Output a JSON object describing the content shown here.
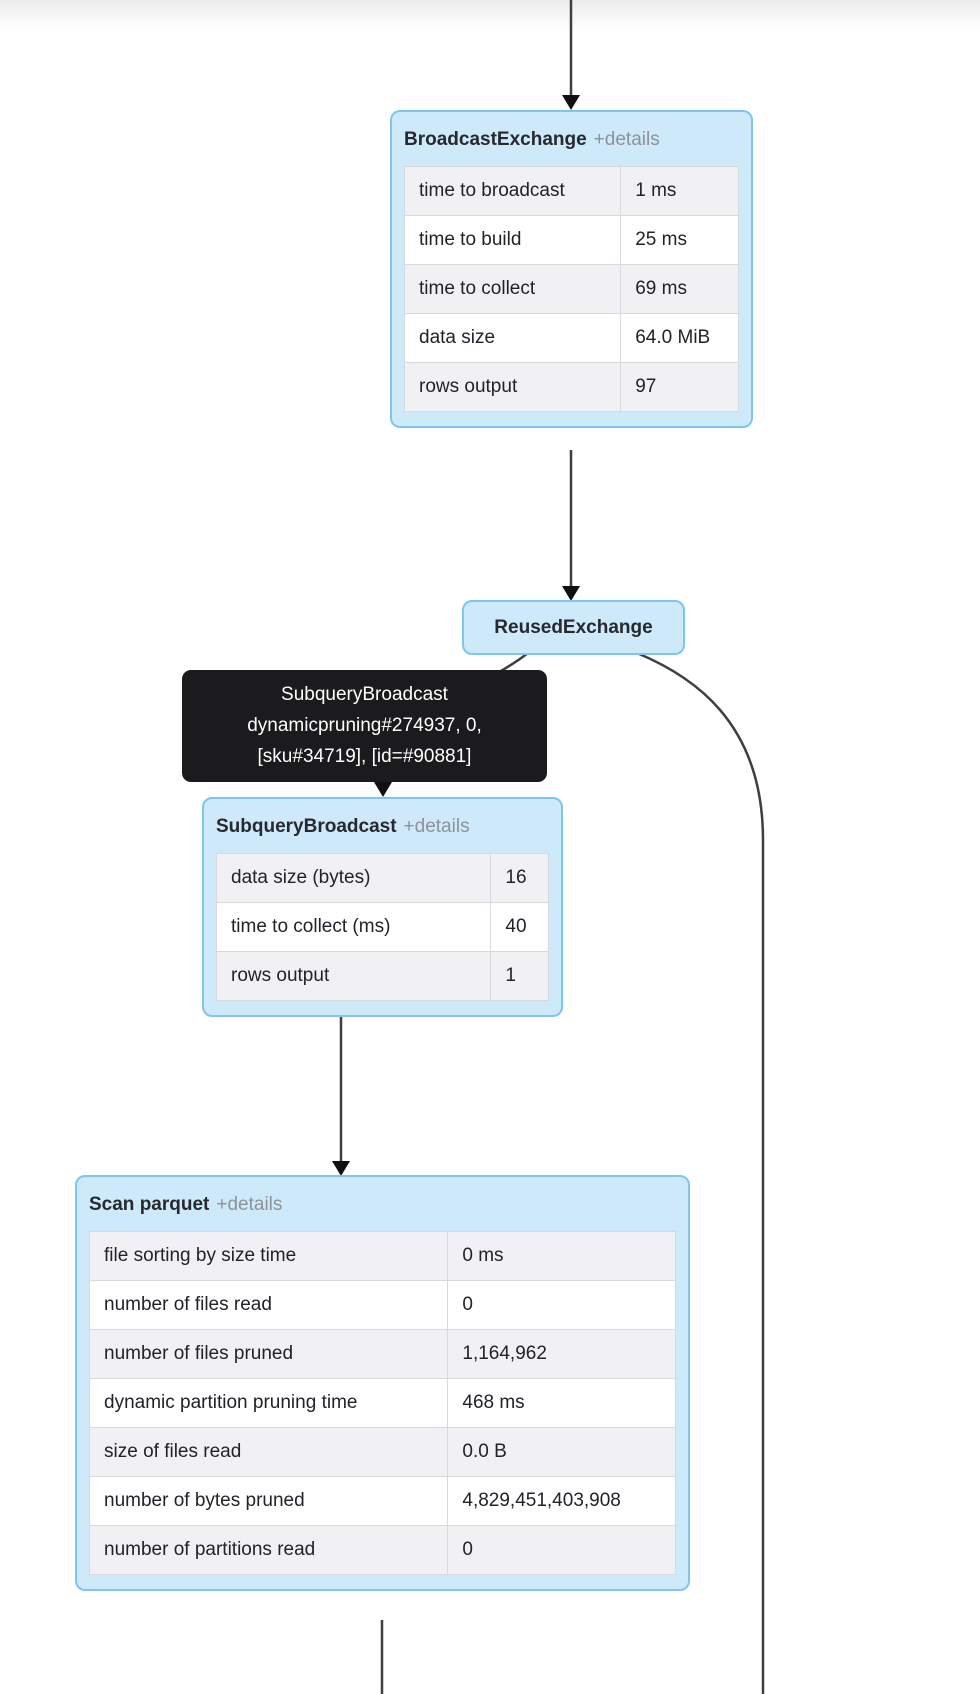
{
  "nodes": {
    "broadcast_exchange": {
      "title": "BroadcastExchange",
      "details_label": "+details",
      "metrics": [
        {
          "label": "time to broadcast",
          "value": "1 ms"
        },
        {
          "label": "time to build",
          "value": "25 ms"
        },
        {
          "label": "time to collect",
          "value": "69 ms"
        },
        {
          "label": "data size",
          "value": "64.0 MiB"
        },
        {
          "label": "rows output",
          "value": "97"
        }
      ]
    },
    "reused_exchange": {
      "title": "ReusedExchange"
    },
    "subquery_broadcast": {
      "title": "SubqueryBroadcast",
      "details_label": "+details",
      "metrics": [
        {
          "label": "data size (bytes)",
          "value": "16"
        },
        {
          "label": "time to collect (ms)",
          "value": "40"
        },
        {
          "label": "rows output",
          "value": "1"
        }
      ]
    },
    "scan_parquet": {
      "title": "Scan parquet",
      "details_label": "+details",
      "metrics": [
        {
          "label": "file sorting by size time",
          "value": "0 ms"
        },
        {
          "label": "number of files read",
          "value": "0"
        },
        {
          "label": "number of files pruned",
          "value": "1,164,962"
        },
        {
          "label": "dynamic partition pruning time",
          "value": "468 ms"
        },
        {
          "label": "size of files read",
          "value": "0.0 B"
        },
        {
          "label": "number of bytes pruned",
          "value": "4,829,451,403,908"
        },
        {
          "label": "number of partitions read",
          "value": "0"
        }
      ]
    }
  },
  "edge_tooltip": {
    "lines": [
      "SubqueryBroadcast",
      "dynamicpruning#274937, 0,",
      "[sku#34719], [id=#90881]"
    ]
  },
  "colors": {
    "node_background": "#cee9fa",
    "node_border": "#7ec6ef",
    "row_stripe": "#f1f1f3",
    "cell_border": "#d8d9dd",
    "details_text": "#8e9297",
    "tooltip_background": "#1b1b1d",
    "edge_stroke": "#3f3f3f"
  }
}
